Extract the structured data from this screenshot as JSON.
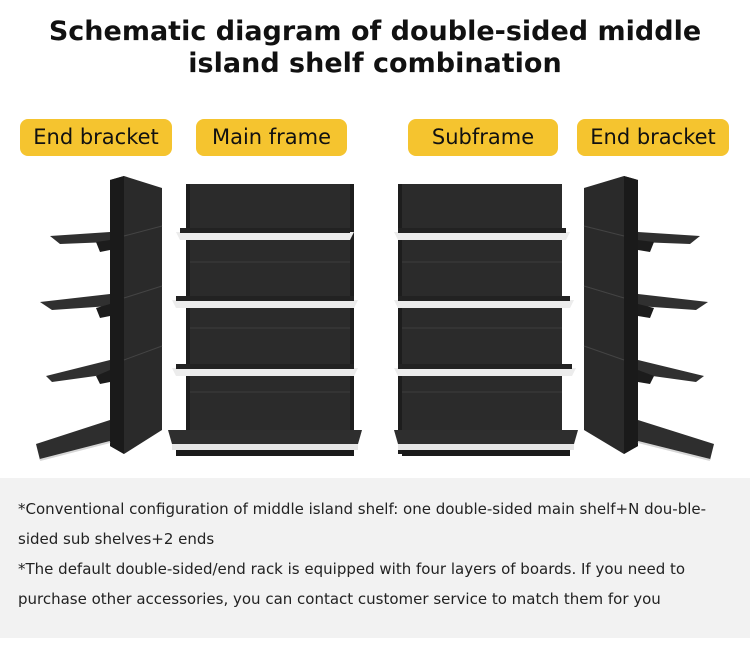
{
  "header": {
    "title_line1": "Schematic diagram of double-sided middle",
    "title_line2": "island shelf combination"
  },
  "labels": {
    "end_bracket_left": "End bracket",
    "main_frame": "Main frame",
    "subframe": "Subframe",
    "end_bracket_right": "End bracket"
  },
  "notes": {
    "note1": "*Conventional configuration of middle island shelf: one double-sided main shelf+N dou-ble-sided sub shelves+2 ends",
    "note2": "*The default double-sided/end rack is equipped with four layers of boards. If you need to purchase other accessories, you can contact customer service to match them for you"
  },
  "colors": {
    "label_bg": "#f5c42f",
    "shelf_dark": "#2b2b2b",
    "shelf_edge": "#e8e8e8"
  }
}
